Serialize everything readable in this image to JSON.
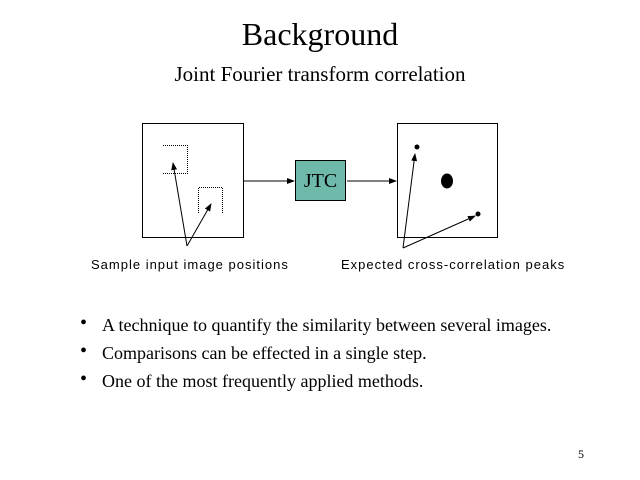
{
  "title": "Background",
  "subtitle": "Joint Fourier transform correlation",
  "diagram": {
    "box_label": "JTC",
    "left_caption": "Sample input image positions",
    "right_caption": "Expected cross-correlation peaks"
  },
  "bullets": [
    "A technique to quantify the similarity between several images.",
    "Comparisons can be effected in a single step.",
    "One of the most frequently applied methods."
  ],
  "page_number": "5"
}
